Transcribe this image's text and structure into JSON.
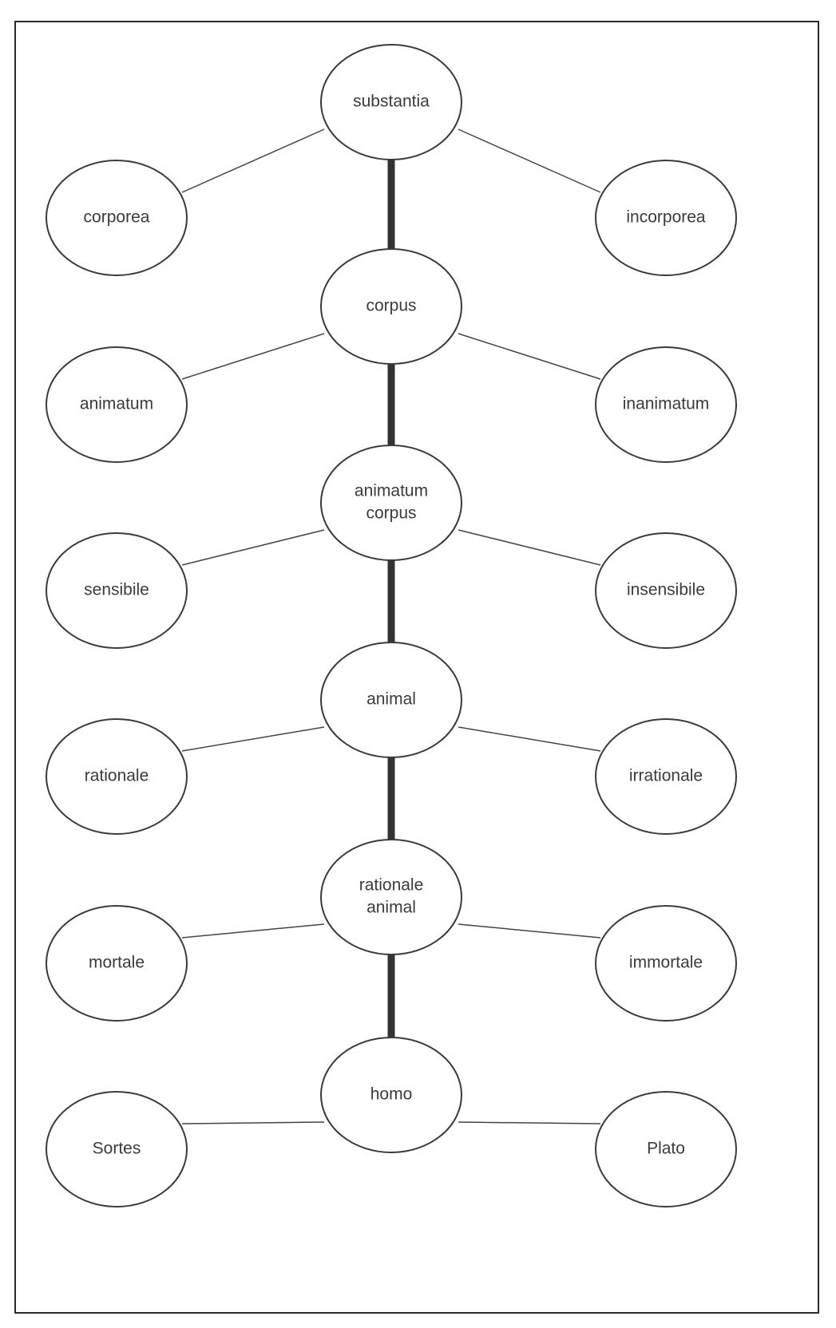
{
  "tree": {
    "levels": [
      {
        "genus": [
          "substantia"
        ],
        "differentia_left": "corporea",
        "differentia_right": "incorporea"
      },
      {
        "genus": [
          "corpus"
        ],
        "differentia_left": "animatum",
        "differentia_right": "inanimatum"
      },
      {
        "genus": [
          "animatum",
          "corpus"
        ],
        "differentia_left": "sensibile",
        "differentia_right": "insensibile"
      },
      {
        "genus": [
          "animal"
        ],
        "differentia_left": "rationale",
        "differentia_right": "irrationale"
      },
      {
        "genus": [
          "rationale",
          "animal"
        ],
        "differentia_left": "mortale",
        "differentia_right": "immortale"
      },
      {
        "genus": [
          "homo"
        ],
        "differentia_left": "Sortes",
        "differentia_right": "Plato"
      }
    ]
  }
}
